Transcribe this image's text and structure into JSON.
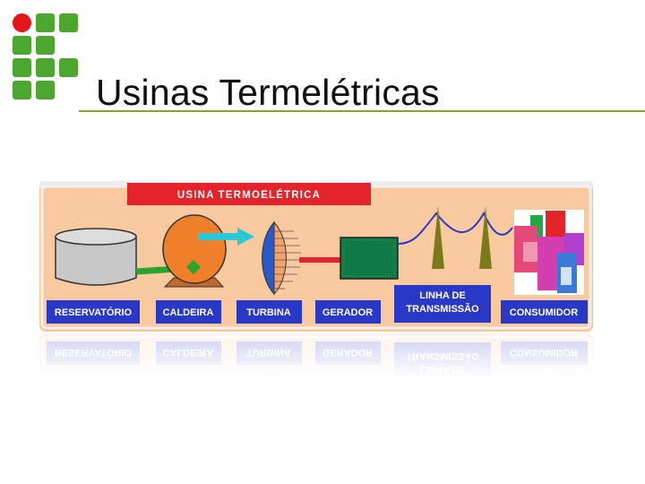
{
  "slide": {
    "title": "Usinas Termelétricas",
    "accent_color": "#8aa42a"
  },
  "logo": {
    "icon": "institution-logo-icon",
    "colors": [
      "#e3171b",
      "#4ba72d"
    ]
  },
  "diagram": {
    "banner": "USINA TERMOELÉTRICA",
    "labels": {
      "reservatorio": "RESERVATÓRIO",
      "caldeira": "CALDEIRA",
      "turbina": "TURBINA",
      "gerador": "GERADOR",
      "linha_1": "LINHA DE",
      "linha_2": "TRANSMISSÃO",
      "consumidor": "CONSUMIDOR"
    }
  }
}
